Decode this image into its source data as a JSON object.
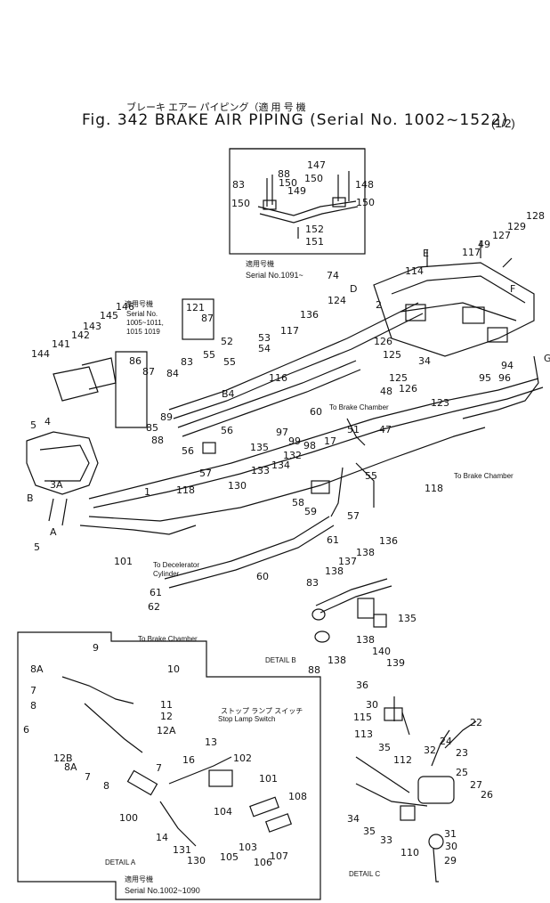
{
  "title": {
    "jp": "ブレーキ エアー パイピング（適 用 号 機",
    "main": "Fig. 342  BRAKE AIR  PIPING (Serial No. 1002~1522)",
    "suffix": "(1/2)"
  },
  "notes": {
    "inset_top_jp": "適用号機",
    "inset_top_serial": "Serial No.1091~",
    "left_box_jp": "適用号機",
    "left_box_serial_1": "Serial No.",
    "left_box_serial_2": "1005~1011,",
    "left_box_serial_3": "1015 1019",
    "to_brake_chamber_1": "To Brake Chamber",
    "to_brake_chamber_2": "To Brake Chamber",
    "to_brake_chamber_3": "To Brake Chamber",
    "to_decelerator": "To Decelerator",
    "cylinder": "Cylinder",
    "detail_b": "DETAIL B",
    "detail_a": "DETAIL A",
    "detail_c": "DETAIL C",
    "stop_lamp_jp": "ストップ ランプ スイッチ",
    "stop_lamp": "Stop Lamp Switch",
    "bottom_serial_jp": "適用号機",
    "bottom_serial": "Serial No.1002~1090"
  },
  "callouts": [
    "88",
    "147",
    "83",
    "150",
    "150",
    "148",
    "149",
    "150",
    "152",
    "151",
    "128",
    "129",
    "127",
    "117",
    "49",
    "E",
    "114",
    "74",
    "D",
    "F",
    "G",
    "146",
    "145",
    "143",
    "142",
    "141",
    "144",
    "121",
    "87",
    "86",
    "87",
    "84",
    "85",
    "88",
    "89",
    "52",
    "53",
    "54",
    "55",
    "55",
    "83",
    "B4",
    "136",
    "117",
    "116",
    "124",
    "2",
    "126",
    "125",
    "34",
    "94",
    "95",
    "96",
    "47",
    "125",
    "126",
    "123",
    "48",
    "60",
    "97",
    "99",
    "98",
    "5",
    "4",
    "3A",
    "B",
    "5",
    "A",
    "135",
    "56",
    "56",
    "57",
    "118",
    "51",
    "17",
    "132",
    "134",
    "133",
    "130",
    "1",
    "58",
    "59",
    "57",
    "55",
    "118",
    "61",
    "101",
    "60",
    "61",
    "62",
    "136",
    "138",
    "137",
    "83",
    "138",
    "135",
    "138",
    "140",
    "139",
    "88",
    "138",
    "9",
    "10",
    "8A",
    "7",
    "8",
    "6",
    "11",
    "12",
    "12A",
    "12B",
    "8A",
    "7",
    "8",
    "13",
    "16",
    "102",
    "7",
    "100",
    "101",
    "108",
    "14",
    "131",
    "130",
    "104",
    "105",
    "103",
    "106",
    "107",
    "36",
    "30",
    "115",
    "113",
    "35",
    "112",
    "32",
    "24",
    "22",
    "23",
    "25",
    "27",
    "26",
    "34",
    "35",
    "33",
    "110",
    "31",
    "30",
    "29"
  ]
}
